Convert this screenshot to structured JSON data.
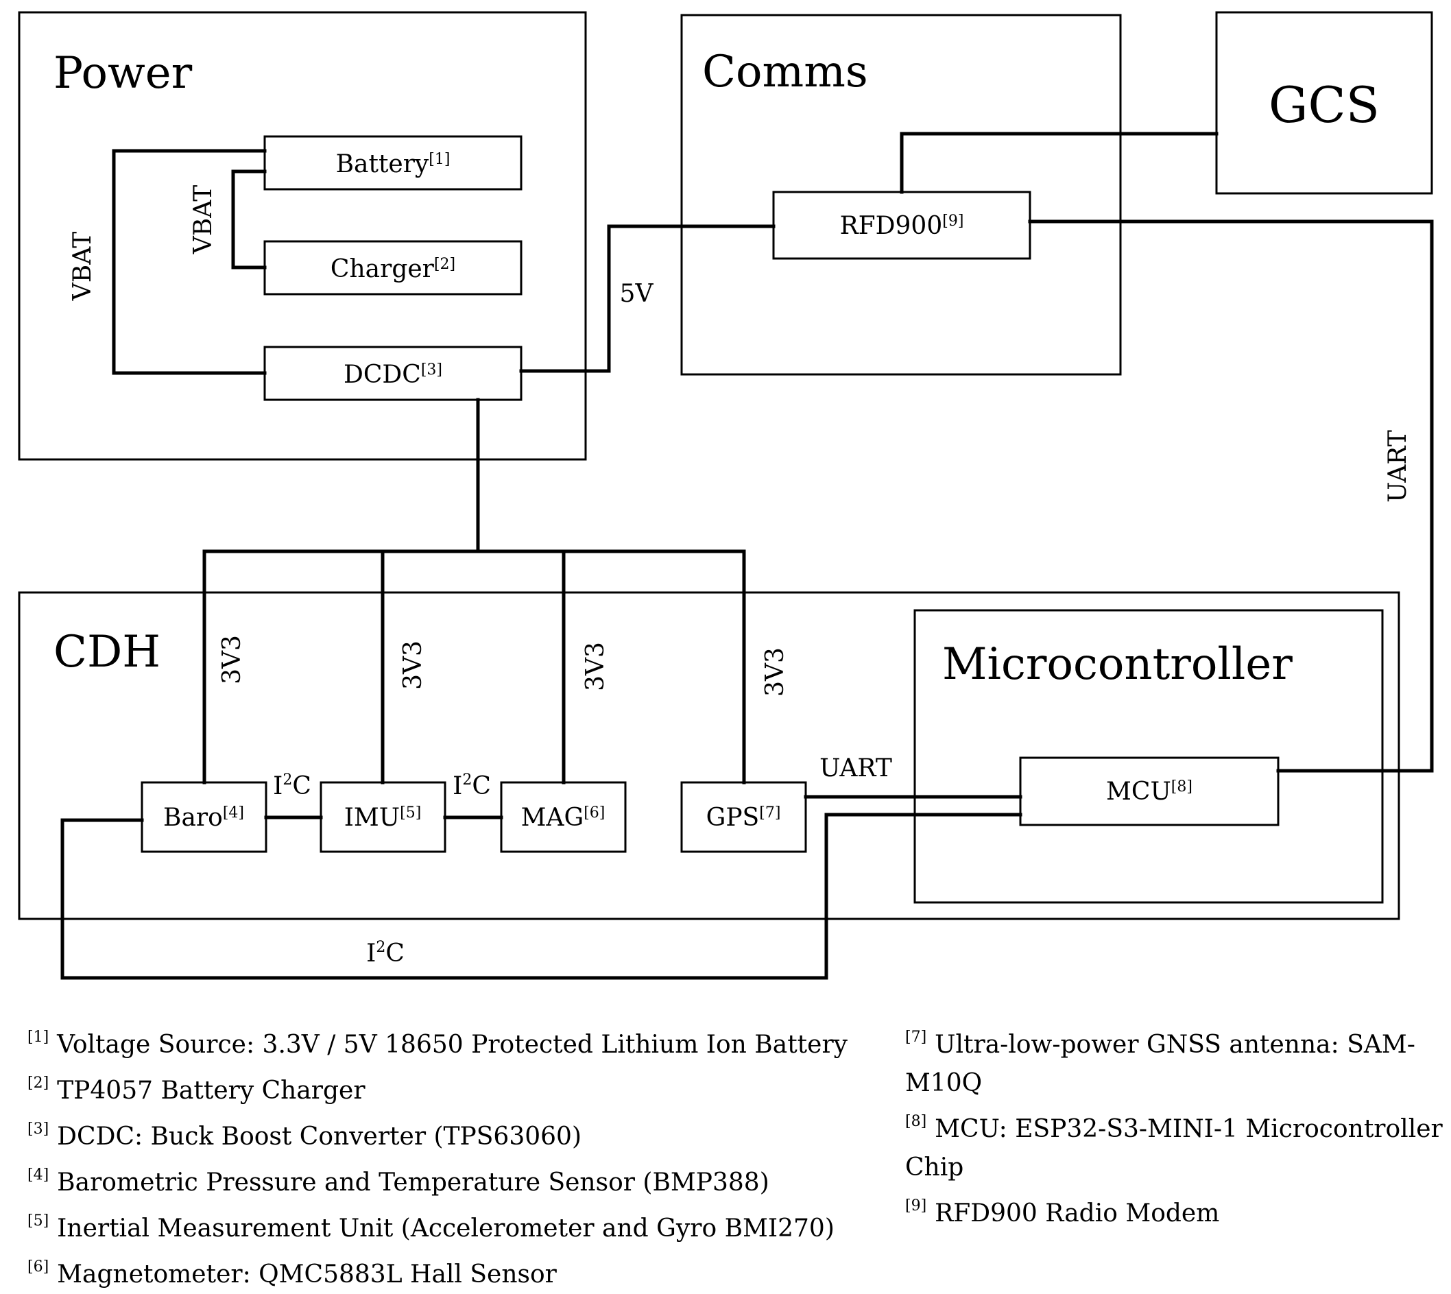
{
  "groups": {
    "power": "Power",
    "comms": "Comms",
    "gcs": "GCS",
    "cdh": "CDH",
    "microcontroller": "Microcontroller"
  },
  "components": {
    "battery": {
      "name": "Battery",
      "ref": "[1]"
    },
    "charger": {
      "name": "Charger",
      "ref": "[2]"
    },
    "dcdc": {
      "name": "DCDC",
      "ref": "[3]"
    },
    "rfd900": {
      "name": "RFD900",
      "ref": "[9]"
    },
    "baro": {
      "name": "Baro",
      "ref": "[4]"
    },
    "imu": {
      "name": "IMU",
      "ref": "[5]"
    },
    "mag": {
      "name": "MAG",
      "ref": "[6]"
    },
    "gps": {
      "name": "GPS",
      "ref": "[7]"
    },
    "mcu": {
      "name": "MCU",
      "ref": "[8]"
    }
  },
  "connections": {
    "vbat_outer": "VBAT",
    "vbat_inner": "VBAT",
    "v5": "5V",
    "uart_radio": "UART",
    "rail_3v3": [
      "3V3",
      "3V3",
      "3V3",
      "3V3"
    ],
    "i2c_baro_imu": {
      "base": "I",
      "sup": "2",
      "tail": "C"
    },
    "i2c_imu_mag": {
      "base": "I",
      "sup": "2",
      "tail": "C"
    },
    "i2c_bus": {
      "base": "I",
      "sup": "2",
      "tail": "C"
    },
    "uart_gps": "UART"
  },
  "footnotes": {
    "left": [
      {
        "mark": "[1]",
        "text": "Voltage Source: 3.3V / 5V 18650 Protected Lithium Ion Battery"
      },
      {
        "mark": "[2]",
        "text": "TP4057 Battery Charger"
      },
      {
        "mark": "[3]",
        "text": "DCDC: Buck Boost Converter (TPS63060)"
      },
      {
        "mark": "[4]",
        "text": "Barometric Pressure and Temperature Sensor (BMP388)"
      },
      {
        "mark": "[5]",
        "text": "Inertial Measurement Unit (Accelerometer and Gyro BMI270)"
      },
      {
        "mark": "[6]",
        "text": "Magnetometer: QMC5883L Hall Sensor"
      }
    ],
    "right": [
      {
        "mark": "[7]",
        "text": "Ultra-low-power GNSS antenna: SAM-M10Q"
      },
      {
        "mark": "[8]",
        "text": "MCU: ESP32-S3-MINI-1 Microcontroller Chip"
      },
      {
        "mark": "[9]",
        "text": "RFD900 Radio Modem"
      }
    ]
  }
}
